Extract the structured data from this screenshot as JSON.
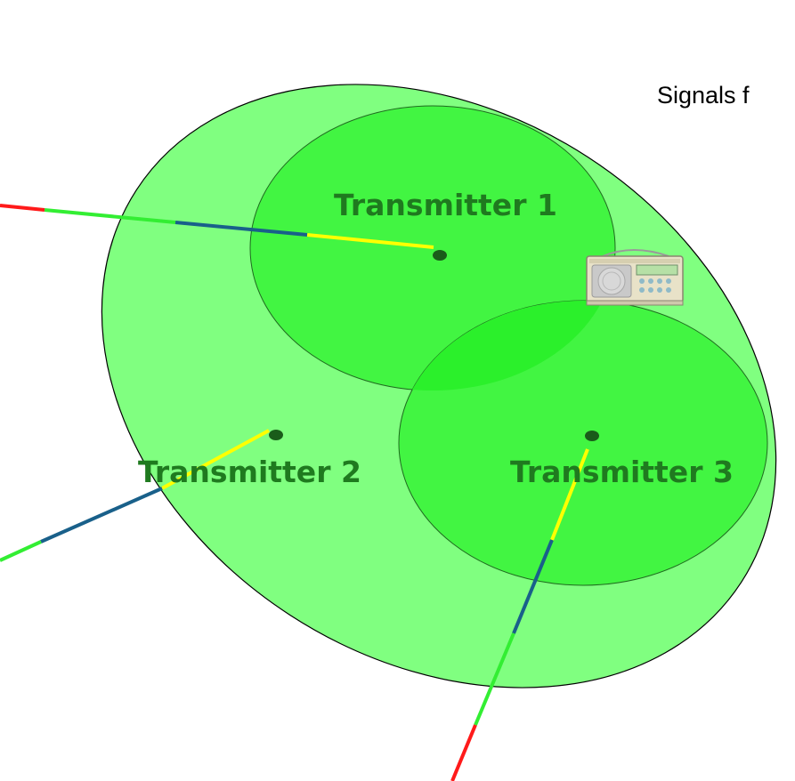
{
  "caption": "Signals f",
  "transmitters": [
    {
      "label": "Transmitter 1"
    },
    {
      "label": "Transmitter 2"
    },
    {
      "label": "Transmitter 3"
    }
  ],
  "colors": {
    "outer_area": "#80ff80",
    "inner_area": "#42f542",
    "overlap_area": "#2bf02b",
    "label": "#1f7a1f",
    "signal_red": "#ff1a1a",
    "signal_green": "#33ee33",
    "signal_blue": "#19608a",
    "signal_yellow": "#ffff00"
  },
  "receiver": {
    "icon": "radio-icon"
  }
}
